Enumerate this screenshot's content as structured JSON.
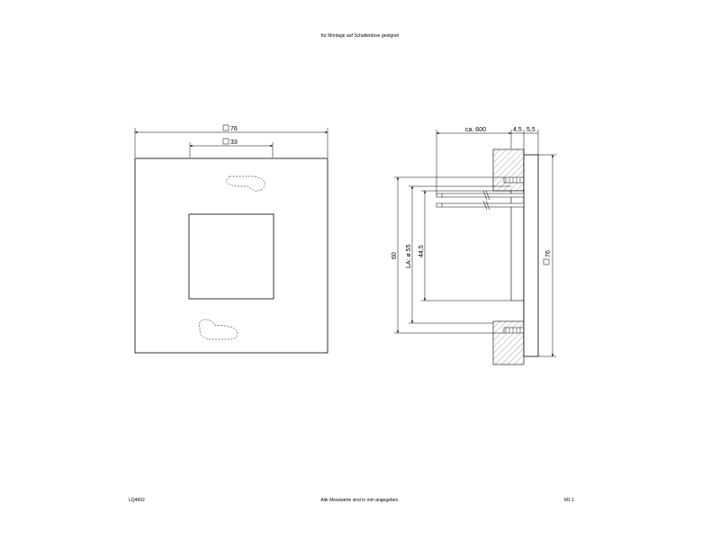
{
  "header": {
    "note": "für Montage auf Schalterdose geeignet"
  },
  "front_view": {
    "outer_dimension": "76",
    "inner_dimension": "33"
  },
  "side_view": {
    "cable_length": "ca. 600",
    "thickness_a": "4,5",
    "thickness_b": "5,5",
    "height_total": "60",
    "hole_diameter": "LA: ø 55",
    "inner_height": "44,5",
    "frame_size": "76"
  },
  "footer": {
    "product_code": "LQ4602",
    "units_note": "Alle Messwerte sind in mm angegeben.",
    "scale": "M1:1"
  },
  "colors": {
    "line": "#000000",
    "hatch": "#555555"
  }
}
